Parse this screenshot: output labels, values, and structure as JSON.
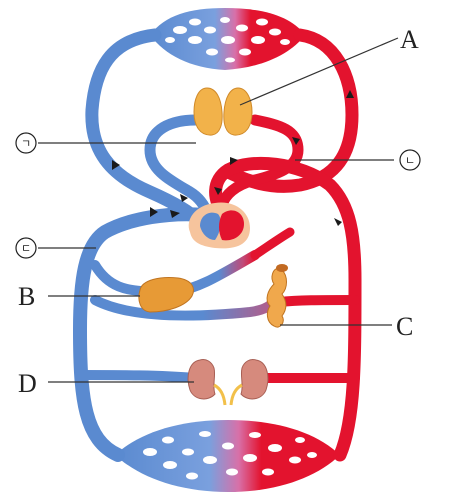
{
  "labels": {
    "A": "A",
    "B": "B",
    "C": "C",
    "D": "D",
    "giyeok": "ㄱ",
    "nieun": "ㄴ",
    "digeut": "ㄷ"
  },
  "colors": {
    "vein_blue": "#5a8ad0",
    "vein_blue_light": "#8fb3e6",
    "artery_red": "#e3132e",
    "artery_red_light": "#f25a6a",
    "lung_tan": "#f2b24a",
    "liver": "#e79a36",
    "intestine": "#f0a84c",
    "kidney": "#d68a7d",
    "heart_pad": "#f6c49d"
  }
}
